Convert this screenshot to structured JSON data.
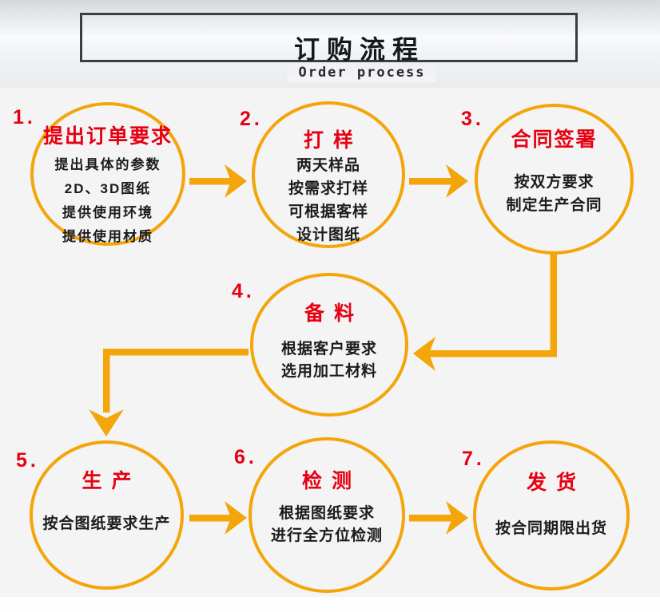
{
  "header": {
    "title": "订购流程",
    "subtitle": "Order process"
  },
  "steps": [
    {
      "number": "1.",
      "title": "提出订单要求",
      "lines": [
        "提出具体的参数",
        "2D、3D图纸",
        "提供使用环境",
        "提供使用材质"
      ]
    },
    {
      "number": "2.",
      "title": "打样",
      "lines": [
        "两天样品",
        "按需求打样",
        "可根据客样",
        "设计图纸"
      ]
    },
    {
      "number": "3.",
      "title": "合同签署",
      "lines": [
        "按双方要求",
        "制定生产合同"
      ]
    },
    {
      "number": "4.",
      "title": "备料",
      "lines": [
        "根据客户要求",
        "选用加工材料"
      ]
    },
    {
      "number": "5.",
      "title": "生产",
      "lines": [
        "按合图纸要求生产"
      ]
    },
    {
      "number": "6.",
      "title": "检测",
      "lines": [
        "根据图纸要求",
        "进行全方位检测"
      ]
    },
    {
      "number": "7.",
      "title": "发货",
      "lines": [
        "按合同期限出货"
      ]
    }
  ],
  "colors": {
    "accent_orange": "#F3A50A",
    "accent_red": "#E60012",
    "box_border": "#3A3D42",
    "body_text": "#1B1B1B"
  }
}
